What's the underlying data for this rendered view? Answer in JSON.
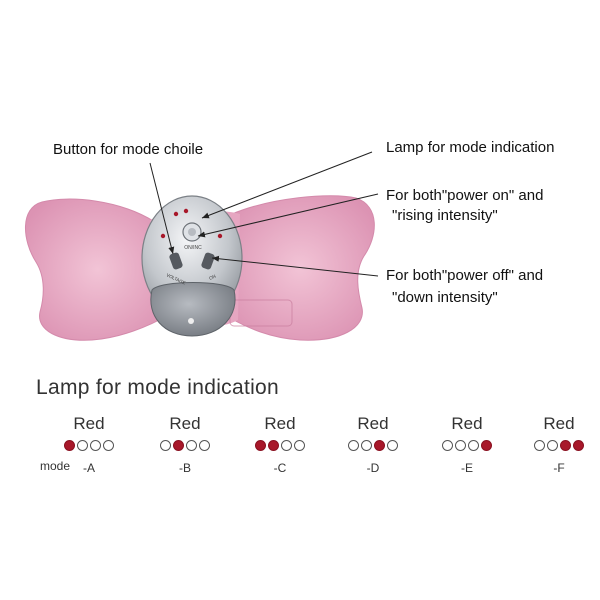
{
  "callouts": {
    "mode_button": "Button for mode choile",
    "lamp_indication": "Lamp for mode indication",
    "power_on_line1": "For both\"power on\" and",
    "power_on_line2": "\"rising intensity\"",
    "power_off_line1": "For both\"power off\" and",
    "power_off_line2": "\"down intensity\""
  },
  "device": {
    "button_left_text": "VOLTAGE",
    "button_right_text": "ON",
    "top_text": "ON/INC"
  },
  "legend": {
    "title": "Lamp for mode indication",
    "prefix": "mode",
    "modes": [
      {
        "color_label": "Red",
        "code": "-A",
        "lamps": [
          1,
          0,
          0,
          0
        ]
      },
      {
        "color_label": "Red",
        "code": "-B",
        "lamps": [
          0,
          1,
          0,
          0
        ]
      },
      {
        "color_label": "Red",
        "code": "-C",
        "lamps": [
          1,
          1,
          0,
          0
        ]
      },
      {
        "color_label": "Red",
        "code": "-D",
        "lamps": [
          0,
          0,
          1,
          0
        ]
      },
      {
        "color_label": "Red",
        "code": "-E",
        "lamps": [
          0,
          0,
          0,
          1
        ]
      },
      {
        "color_label": "Red",
        "code": "-F",
        "lamps": [
          0,
          0,
          1,
          1
        ]
      }
    ]
  },
  "colors": {
    "pad_pink": "#e7a9c3",
    "lamp_red": "#a8182a",
    "device_silver": "#c9cdd2"
  }
}
